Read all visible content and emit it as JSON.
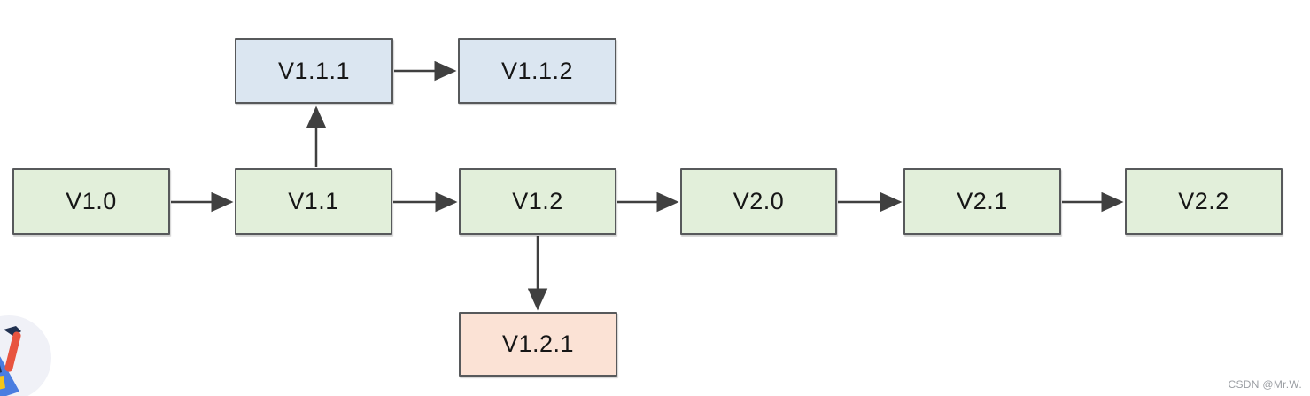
{
  "diagram": {
    "description": "Version branching flowchart",
    "nodes": [
      {
        "id": "v1_0",
        "label": "V1.0",
        "type": "main",
        "fill": "#e2efda"
      },
      {
        "id": "v1_1",
        "label": "V1.1",
        "type": "main",
        "fill": "#e2efda"
      },
      {
        "id": "v1_2",
        "label": "V1.2",
        "type": "main",
        "fill": "#e2efda"
      },
      {
        "id": "v2_0",
        "label": "V2.0",
        "type": "main",
        "fill": "#e2efda"
      },
      {
        "id": "v2_1",
        "label": "V2.1",
        "type": "main",
        "fill": "#e2efda"
      },
      {
        "id": "v2_2",
        "label": "V2.2",
        "type": "main",
        "fill": "#e2efda"
      },
      {
        "id": "v1_1_1",
        "label": "V1.1.1",
        "type": "branch",
        "fill": "#dbe6f1"
      },
      {
        "id": "v1_1_2",
        "label": "V1.1.2",
        "type": "branch",
        "fill": "#dbe6f1"
      },
      {
        "id": "v1_2_1",
        "label": "V1.2.1",
        "type": "tag",
        "fill": "#fbe2d5"
      }
    ],
    "edges": [
      {
        "from": "V1.0",
        "to": "V1.1"
      },
      {
        "from": "V1.1",
        "to": "V1.2"
      },
      {
        "from": "V1.2",
        "to": "V2.0"
      },
      {
        "from": "V2.0",
        "to": "V2.1"
      },
      {
        "from": "V2.1",
        "to": "V2.2"
      },
      {
        "from": "V1.1",
        "to": "V1.1.1"
      },
      {
        "from": "V1.1.1",
        "to": "V1.1.2"
      },
      {
        "from": "V1.2",
        "to": "V1.2.1"
      }
    ],
    "colors": {
      "main_fill": "#e2efda",
      "branch_fill": "#dbe6f1",
      "tag_fill": "#fbe2d5",
      "border": "#57595b",
      "arrow": "#404040"
    }
  },
  "footer": {
    "watermark": "CSDN @Mr.W."
  },
  "icons": {
    "avatar": "csdn-user-avatar"
  }
}
